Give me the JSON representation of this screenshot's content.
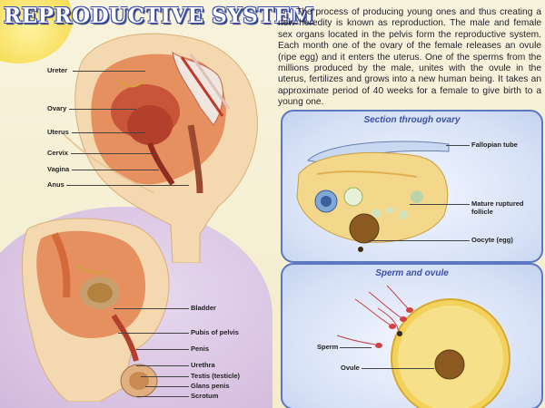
{
  "title": "REPRODUCTIVE SYSTEM",
  "intro_text": "The process of producing young ones and thus creating a new heredity is known as reproduction. The male and female sex organs located in the pelvis form the reproductive system. Each month one of the ovary of the female releases an ovule (ripe egg) and it enters the uterus. One of the sperms from the millions produced by the male, unites with the ovule in the uterus, fertilizes and grows into a new human being. It takes an approximate period of 40 weeks for a female to give birth to a young one.",
  "female_labels": [
    "Ureter",
    "Ovary",
    "Uterus",
    "Cervix",
    "Vagina",
    "Anus"
  ],
  "male_labels": [
    "Bladder",
    "Pubis of pelvis",
    "Penis",
    "Urethra",
    "Testis (testicle)",
    "Glans penis",
    "Scrotum"
  ],
  "ovary_section": {
    "title": "Section through ovary",
    "labels": [
      "Fallopian tube",
      "Mature ruptured follicle",
      "Oocyte (egg)"
    ]
  },
  "sperm_section": {
    "title": "Sperm and ovule",
    "labels": [
      "Sperm",
      "Ovule"
    ]
  }
}
